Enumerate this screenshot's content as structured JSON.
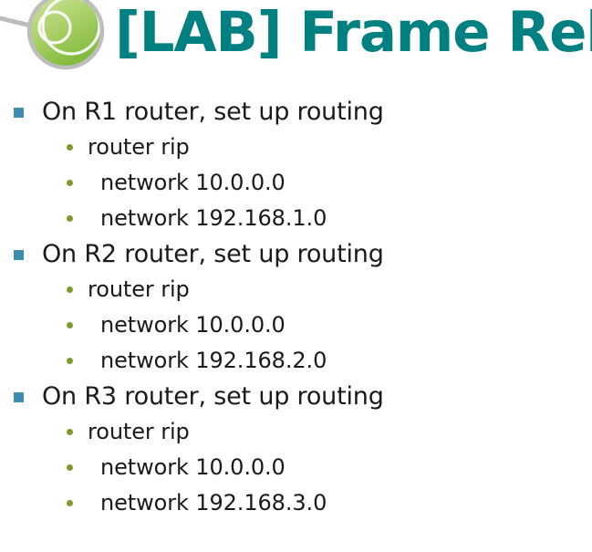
{
  "slide": {
    "title": "[LAB] Frame Relay",
    "title_color": "#008080",
    "background_color": "#ffffff",
    "body_text_color": "#1a1a1a",
    "logo": {
      "name": "green-sphere-logo",
      "disc_color_light": "#c3de8d",
      "disc_color_dark": "#8cc043",
      "ring_color": "#bdbdbd",
      "connector_line_color": "#bdbdbd"
    },
    "bullets": {
      "level1_marker": "square",
      "level1_color": "#3d8dae",
      "level2_marker": "dot",
      "level2_color": "#7d9b2c"
    },
    "groups": [
      {
        "heading": "On R1 router, set up routing",
        "items": [
          {
            "text": "router rip",
            "indented": false
          },
          {
            "text": "network 10.0.0.0",
            "indented": true
          },
          {
            "text": "network 192.168.1.0",
            "indented": true
          }
        ]
      },
      {
        "heading": "On R2 router, set up routing",
        "items": [
          {
            "text": "router rip",
            "indented": false
          },
          {
            "text": "network 10.0.0.0",
            "indented": true
          },
          {
            "text": "network 192.168.2.0",
            "indented": true
          }
        ]
      },
      {
        "heading": "On R3 router, set up routing",
        "items": [
          {
            "text": "router rip",
            "indented": false
          },
          {
            "text": "network 10.0.0.0",
            "indented": true
          },
          {
            "text": "network 192.168.3.0",
            "indented": true
          }
        ]
      }
    ]
  }
}
